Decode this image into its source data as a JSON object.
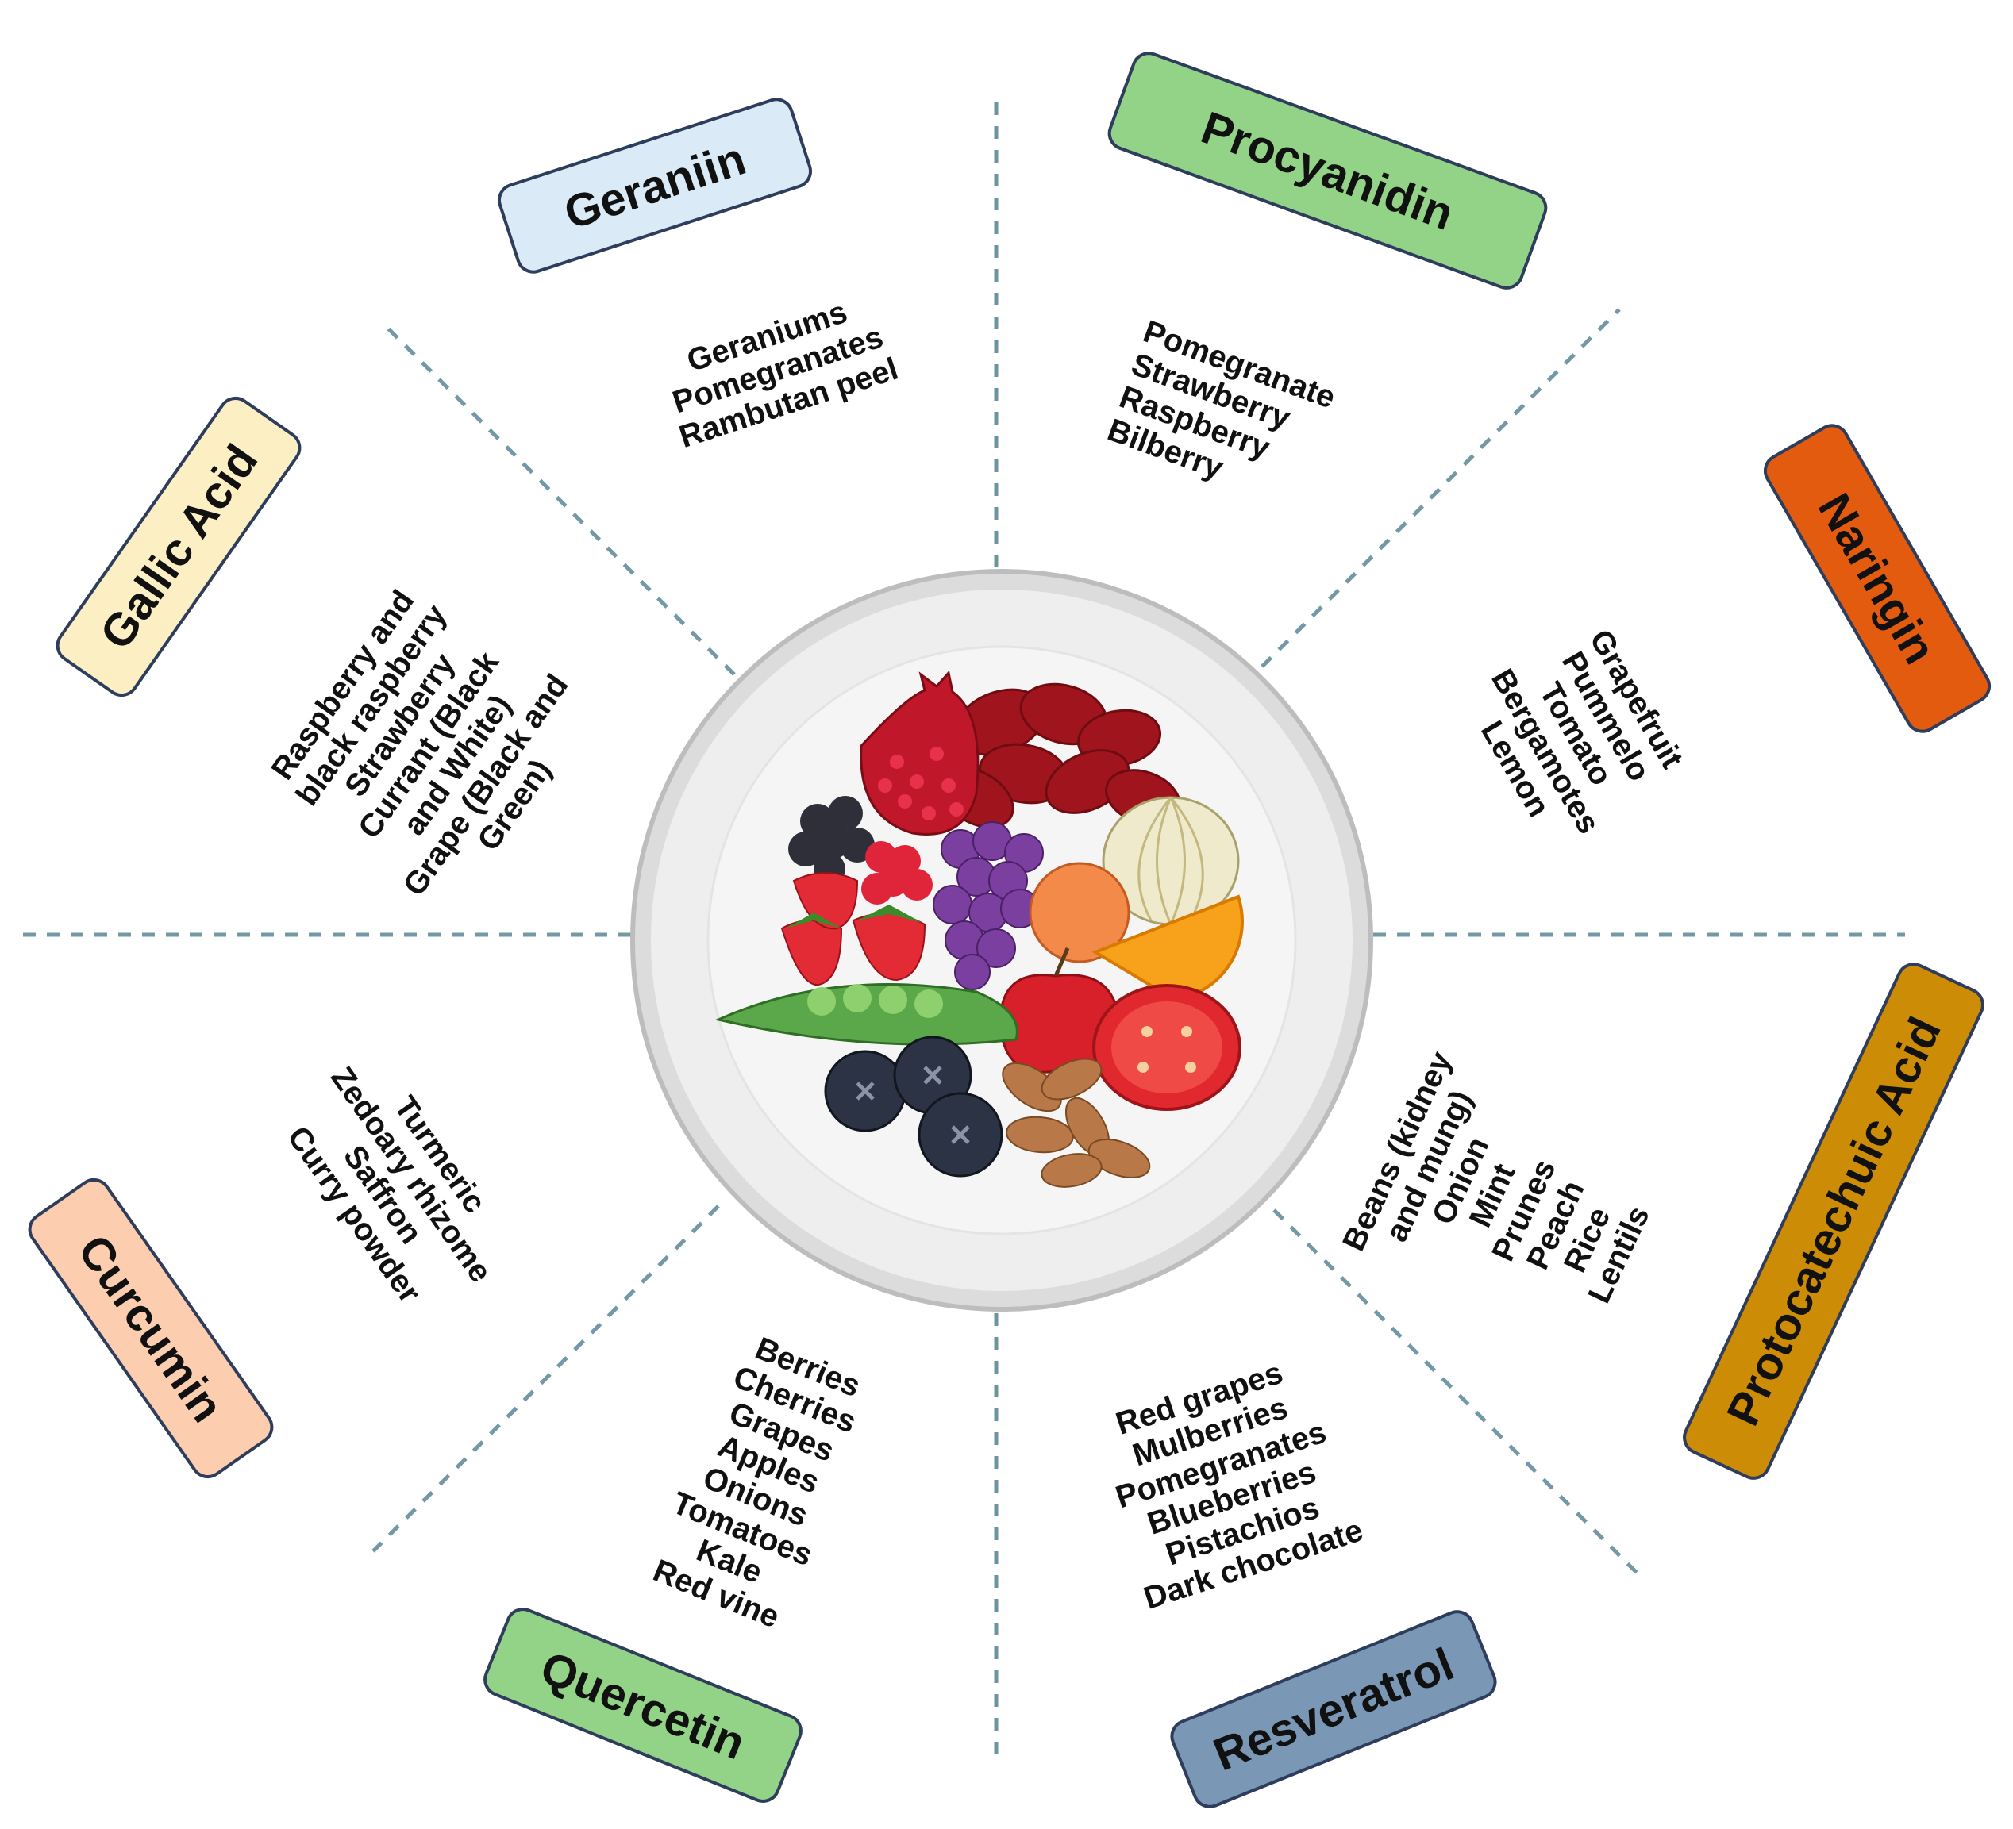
{
  "colors": {
    "geraniin": "#dbeaf7",
    "procyanidin": "#93d387",
    "gallic_acid": "#fdefc4",
    "naringin": "#e35b0f",
    "curcumin": "#fdcdb0",
    "protocatechuic_acid": "#cc8c06",
    "quercetin": "#93d387",
    "resveratrol": "#7a97b6",
    "border": "#2e3d5c",
    "divider": "#5b8796"
  },
  "compounds": {
    "geraniin": {
      "name": "Geraniin",
      "sources": [
        "Geraniums",
        "Pomegranates",
        "Rambutan peel"
      ]
    },
    "procyanidin": {
      "name": "Procyanidin",
      "sources": [
        "Pomegranate",
        "Strawberry",
        "Raspberry",
        "Bilberry"
      ]
    },
    "gallic_acid": {
      "name": "Gallic Acid",
      "sources": [
        "Raspberry and",
        "black raspberry",
        "Strawberry",
        "Currant (Black",
        "and White)",
        "Grape (Black and",
        "Green)"
      ]
    },
    "naringin": {
      "name": "Naringin",
      "sources": [
        "Grapefruit",
        "Pummelo",
        "Tomato",
        "Bergamotes",
        "Lemon"
      ]
    },
    "curcumin": {
      "name": "Curcumin",
      "sources": [
        "Turmeric",
        "Zedoary rhizome",
        "Saffron",
        "Curry powder"
      ]
    },
    "protocatechuic_acid": {
      "name": "Protocatechuic Acid",
      "sources": [
        "Beans (kidney",
        "and mung)",
        "Onion",
        "Mint",
        "Prunes",
        "Peach",
        "Rice",
        "Lentils"
      ]
    },
    "quercetin": {
      "name": "Quercetin",
      "sources": [
        "Berries",
        "Cherries",
        "Grapes",
        "Apples",
        "Onions",
        "Tomatoes",
        "Kale",
        "Red vine"
      ]
    },
    "resveratrol": {
      "name": "Resveratrol",
      "sources": [
        "Red grapes",
        "Mulberries",
        "Pomegranates",
        "Blueberries",
        "Pistachios",
        "Dark chocolate"
      ]
    }
  },
  "center": {
    "icon": "fruit-plate-icon"
  }
}
